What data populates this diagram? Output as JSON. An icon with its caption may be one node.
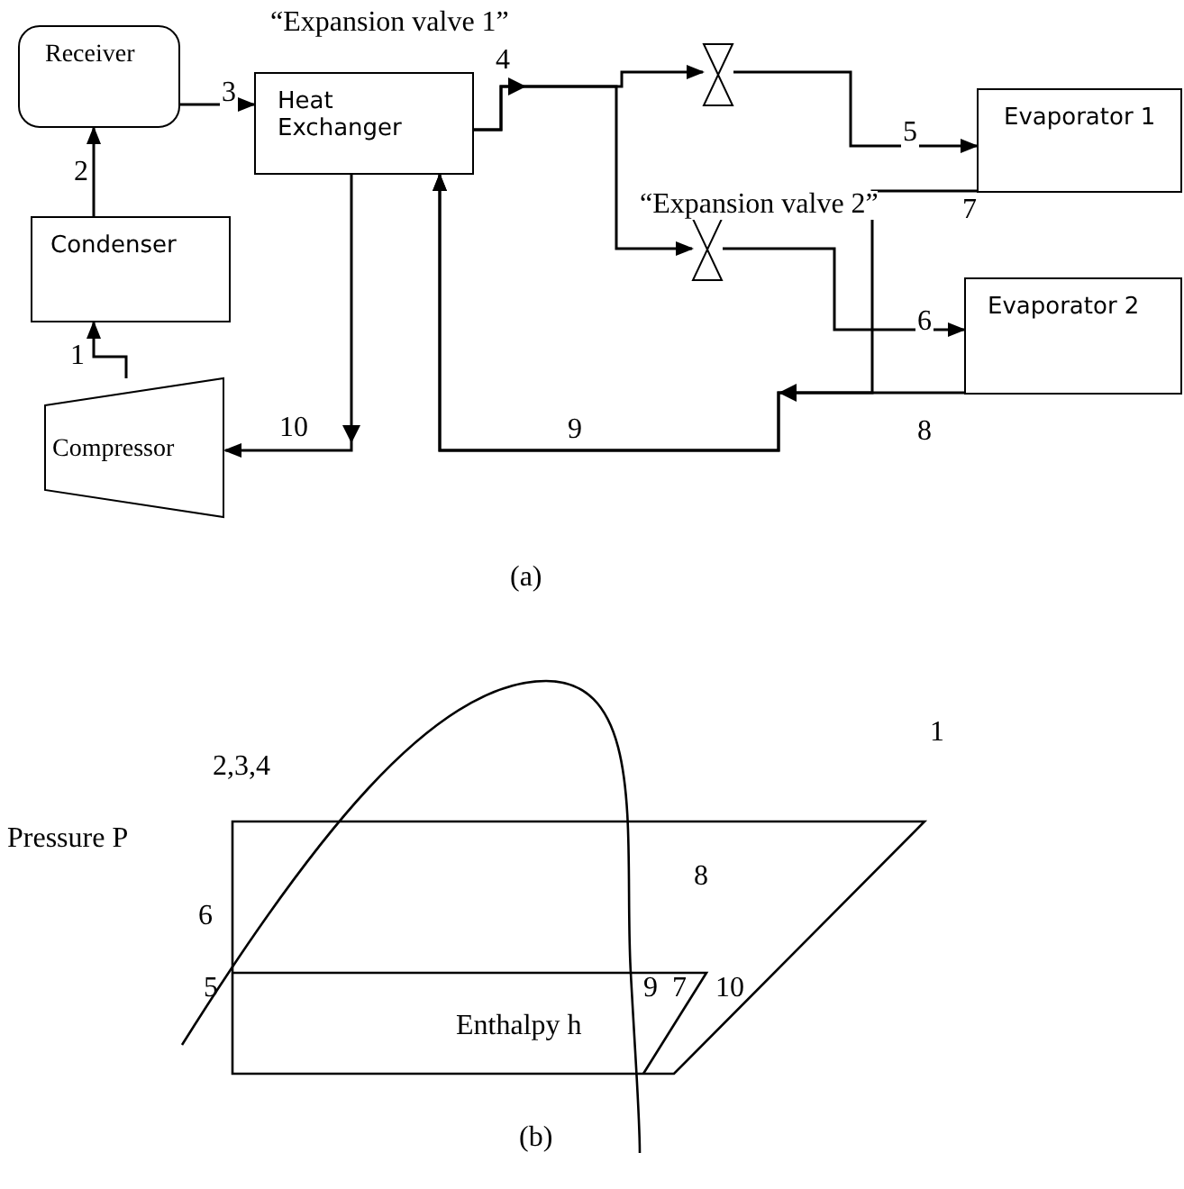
{
  "diagram": {
    "nodes": [
      {
        "text": [
          "Receiver"
        ]
      },
      {
        "text": [
          "Heat Exchanger"
        ]
      },
      {
        "text": [
          "Condenser"
        ]
      },
      {
        "text": [
          "Compressor"
        ]
      },
      {
        "text": [
          "Evaporator 1"
        ]
      },
      {
        "text": [
          "Evaporator 2"
        ]
      },
      {
        "text": [],
        "shape": "valve"
      },
      {
        "text": [],
        "shape": "valve"
      }
    ],
    "edges": [
      {
        "from": 3,
        "to": 2,
        "arrow": "to",
        "label": "1"
      },
      {
        "from": 2,
        "to": 0,
        "arrow": "to",
        "label": "2"
      },
      {
        "from": 0,
        "to": 1,
        "arrow": "to",
        "label": "3"
      },
      {
        "from": 1,
        "to": 6,
        "arrow": "to",
        "label": "4"
      },
      {
        "from": 1,
        "to": 7,
        "arrow": "to"
      },
      {
        "from": 6,
        "to": 4,
        "arrow": "to",
        "label": "5"
      },
      {
        "from": 7,
        "to": 5,
        "arrow": "to",
        "label": "6"
      },
      {
        "from": 4,
        "to": 1,
        "arrow": "to",
        "label": "7"
      },
      {
        "from": 5,
        "to": 1,
        "arrow": "to",
        "label": "8"
      },
      {
        "from": 1,
        "to": 3,
        "arrow": "to",
        "label": "10"
      }
    ],
    "labels": [
      "“Expansion valve 1”",
      "“Expansion valve 2”",
      "9",
      "(a)",
      "2,3,4",
      "1",
      "Pressure P",
      "8",
      "6",
      "5",
      "9",
      "7",
      "10",
      "Enthalpy h",
      "(b)"
    ]
  }
}
